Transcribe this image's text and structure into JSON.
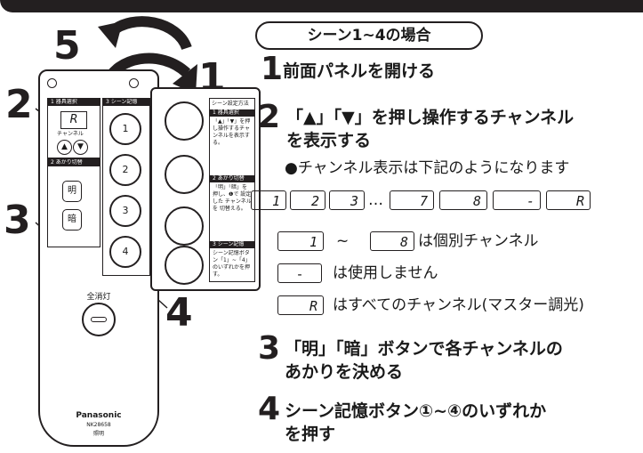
{
  "labels": {
    "step5": "5",
    "step1": "1",
    "step2": "2",
    "step3": "3",
    "step4": "4"
  },
  "remote": {
    "section1_title": "1 器具選択",
    "section3_title": "3 シーン記憶",
    "display_value": "R",
    "channel_label": "チャンネル",
    "section2_title": "2 あかり切替",
    "bright_button": "明",
    "dark_button": "暗",
    "scene_buttons": [
      "1",
      "2",
      "3",
      "4"
    ],
    "all_off_label": "全消灯",
    "brand": "Panasonic",
    "model": "NK28658",
    "model_sub": "照明"
  },
  "lid_panel": {
    "title": "シーン設定方法",
    "s1_title": "1 器具選択",
    "s1_text": "「▲」「▼」を押し操作するチャンネルを表示する。",
    "s2_title": "2 あかり切替",
    "s2_text": "「明」「暗」を押し、❶で 設定した チャンネルを 切替える。",
    "s3_title": "3 シーン記憶",
    "s3_text": "シーン記憶ボタン「1」~「4」のいずれかを押す。"
  },
  "instructions": {
    "header": "シーン1~4の場合",
    "step1_num": "1",
    "step1_text": "前面パネルを開ける",
    "step2_num": "2",
    "step2_text_line1": "「▲」「▼」を押し操作するチャンネル",
    "step2_text_line2": "を表示する",
    "step2_note": "●チャンネル表示は下記のようになります",
    "channel_displays": [
      "1",
      "2",
      "3",
      "7",
      "8",
      "-",
      "R"
    ],
    "ellipsis": "…",
    "legend1_from": "1",
    "legend1_tilde": "~",
    "legend1_to": "8",
    "legend1_text": "は個別チャンネル",
    "legend2_symbol": "-",
    "legend2_text": "は使用しません",
    "legend3_symbol": "R",
    "legend3_text": "はすべてのチャンネル(マスター調光)",
    "step3_num": "3",
    "step3_text_line1": "「明」「暗」ボタンで各チャンネルの",
    "step3_text_line2": "あかりを決める",
    "step4_num": "4",
    "step4_text_line1": "シーン記憶ボタン①~④のいずれか",
    "step4_text_line2": "を押す"
  },
  "colors": {
    "ink": "#231f20",
    "background": "#ffffff"
  }
}
